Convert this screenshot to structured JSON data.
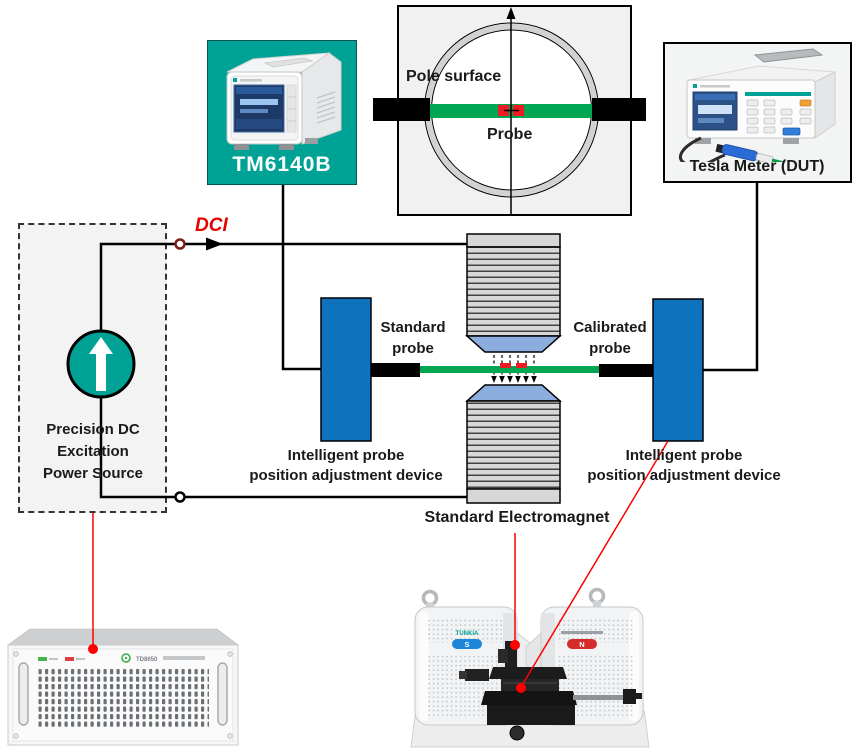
{
  "labels": {
    "tm_device": "TM6140B",
    "tesla_meter": "Tesla Meter (DUT)",
    "pole_surface": "Pole surface",
    "probe": "Probe",
    "dci": "DCI",
    "standard_probe": {
      "line1": "Standard",
      "line2": "probe"
    },
    "calibrated_probe": {
      "line1": "Calibrated",
      "line2": "probe"
    },
    "probe_adjuster": {
      "line1": "Intelligent probe",
      "line2": "position adjustment device"
    },
    "standard_electromagnet": "Standard Electromagnet",
    "power_source": {
      "line1": "Precision DC",
      "line2": "Excitation",
      "line3": "Power Source"
    }
  },
  "photos": {
    "electromagnet": {
      "brand": "TUNKIA",
      "left_pole": "S",
      "right_pole": "N"
    },
    "power_supply": {
      "model": "TD8650"
    }
  },
  "colors": {
    "teal": "#00a295",
    "adjuster_blue": "#0e72bc",
    "probe_green": "#00a651",
    "pole_face_blue": "#8caede",
    "annotation_red": "#ff0000"
  }
}
